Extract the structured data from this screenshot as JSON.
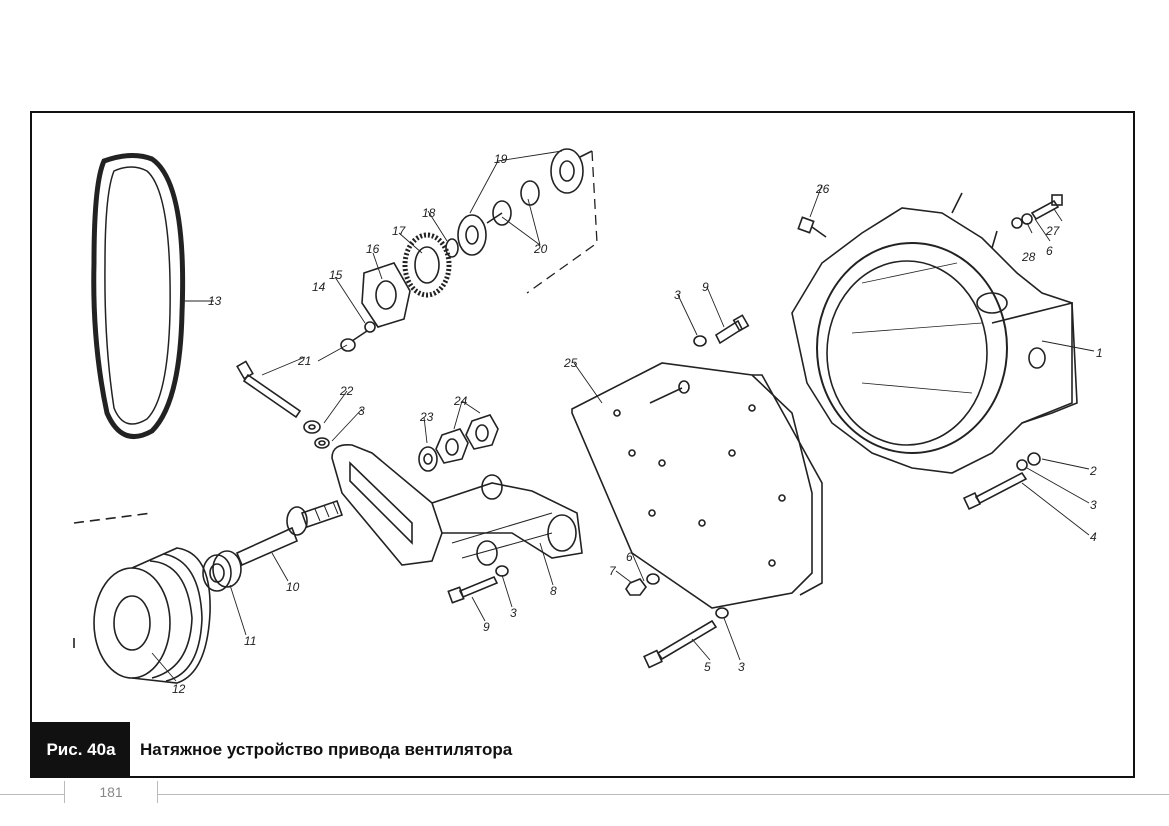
{
  "figure": {
    "label": "Рис. 40а",
    "title": "Натяжное устройство привода вентилятора"
  },
  "page_number": "181",
  "callouts": [
    "1",
    "2",
    "3",
    "4",
    "5",
    "6",
    "7",
    "8",
    "9",
    "10",
    "11",
    "12",
    "13",
    "14",
    "15",
    "16",
    "17",
    "18",
    "19",
    "20",
    "21",
    "22",
    "23",
    "24",
    "25",
    "26",
    "27",
    "28"
  ],
  "callout_values": {
    "c1": "1",
    "c2": "2",
    "c3a": "3",
    "c3b": "3",
    "c3c": "3",
    "c3d": "3",
    "c3e": "3",
    "c4": "4",
    "c5": "5",
    "c6a": "6",
    "c6b": "6",
    "c7": "7",
    "c8": "8",
    "c9a": "9",
    "c9b": "9",
    "c10": "10",
    "c11": "11",
    "c12": "12",
    "c13": "13",
    "c14": "14",
    "c15": "15",
    "c16": "16",
    "c17": "17",
    "c18": "18",
    "c19": "19",
    "c20": "20",
    "c21": "21",
    "c22": "22",
    "c23": "23",
    "c24": "24",
    "c25": "25",
    "c26": "26",
    "c27": "27",
    "c28": "28"
  }
}
